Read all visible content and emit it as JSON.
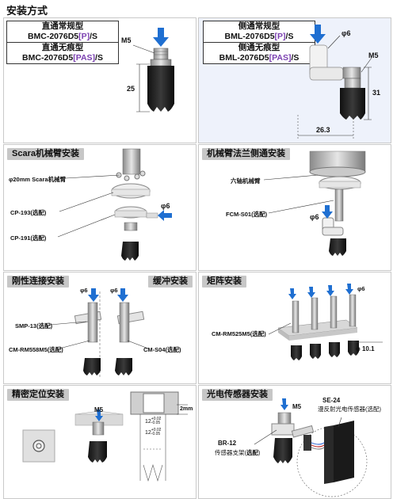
{
  "page_title": "安装方式",
  "panel1": {
    "box_rows": [
      {
        "title": "直通常规型",
        "code_pre": "BMC-2076D5",
        "code_hl": "[P]",
        "code_post": "/S"
      },
      {
        "title": "直通无痕型",
        "code_pre": "BMC-2076D5",
        "code_hl": "[PAS]",
        "code_post": "/S"
      }
    ],
    "thread_label": "M5",
    "height_dim": "25"
  },
  "panel2": {
    "box_rows": [
      {
        "title": "侧通常规型",
        "code_pre": "BML-2076D5",
        "code_hl": "[P]",
        "code_post": "/S"
      },
      {
        "title": "侧通无痕型",
        "code_pre": "BML-2076D5",
        "code_hl": "[PAS]",
        "code_post": "/S"
      }
    ],
    "tube_label": "φ6",
    "thread_label": "M5",
    "height_dim": "31",
    "width_dim": "26.3"
  },
  "panel3": {
    "title": "Scara机械臂安装",
    "arm_label": "φ20mm Scara机械臂",
    "part1": "CP-193(选配)",
    "part2": "CP-191(选配)",
    "tube_label": "φ6"
  },
  "panel4": {
    "title": "机械臂法兰侧通安装",
    "arm_label": "六轴机械臂",
    "part1": "FCM-S01(选配)",
    "tube_label": "φ6"
  },
  "panel5": {
    "title_left": "刚性连接安装",
    "title_right": "缓冲安装",
    "tube_left": "φ6",
    "tube_right": "φ6",
    "part1": "SMP-13(选配)",
    "part2": "CM-RM558M5(选配)",
    "part3": "CM-S04(选配)"
  },
  "panel6": {
    "title": "矩阵安装",
    "tube_label": "φ6",
    "part1": "CM-RM525M5(选配)",
    "pitch_dim": "10.1"
  },
  "panel7": {
    "title": "精密定位安装",
    "thread_label": "M5",
    "gap_dim": "2mm",
    "tol_upper": "+0.02",
    "tol_lower": "-0.05",
    "tol_upper2": "+0.02",
    "tol_lower2": "-0.05",
    "dim_a": "12",
    "dim_b": "12"
  },
  "panel8": {
    "title": "光电传感器安装",
    "thread_label": "M5",
    "sensor_model": "SE-24",
    "sensor_desc": "漫反射光电传感器(选配)",
    "bracket_model": "BR-12",
    "bracket_desc_pre": "传感器支架(",
    "bracket_desc_bold": "选配",
    "bracket_desc_post": ")"
  }
}
